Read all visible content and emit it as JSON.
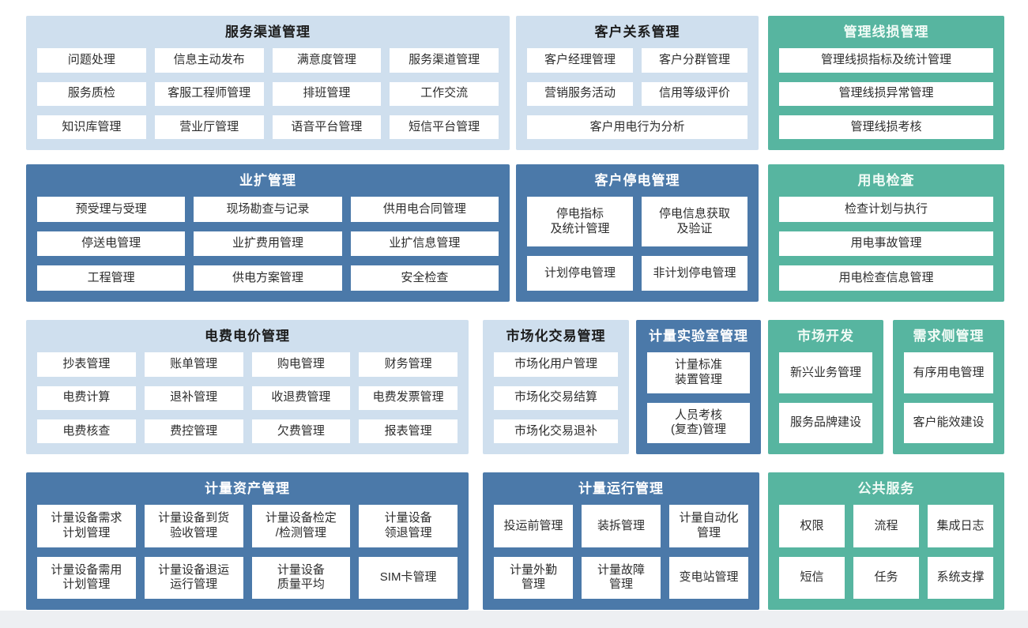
{
  "palette": {
    "light_blue_block": "#cfdfee",
    "dark_blue_block": "#4b79a9",
    "teal_block": "#57b5a0",
    "item_background": "#ffffff",
    "item_text": "#2d2d2d",
    "footer_strip": "#edeff2"
  },
  "blocks": [
    {
      "id": "service-channel-mgmt",
      "title": "服务渠道管理",
      "theme": "light",
      "columns": 4,
      "items": [
        {
          "label": "问题处理"
        },
        {
          "label": "信息主动发布"
        },
        {
          "label": "满意度管理"
        },
        {
          "label": "服务渠道管理"
        },
        {
          "label": "服务质检"
        },
        {
          "label": "客服工程师管理"
        },
        {
          "label": "排班管理"
        },
        {
          "label": "工作交流"
        },
        {
          "label": "知识库管理"
        },
        {
          "label": "营业厅管理"
        },
        {
          "label": "语音平台管理"
        },
        {
          "label": "短信平台管理"
        }
      ]
    },
    {
      "id": "customer-relation-mgmt",
      "title": "客户关系管理",
      "theme": "light",
      "columns": 2,
      "items": [
        {
          "label": "客户经理管理"
        },
        {
          "label": "客户分群管理"
        },
        {
          "label": "营销服务活动"
        },
        {
          "label": "信用等级评价"
        },
        {
          "label": "客户用电行为分析",
          "colspan": 2
        }
      ]
    },
    {
      "id": "line-loss-mgmt",
      "title": "管理线损管理",
      "theme": "teal",
      "columns": 1,
      "items": [
        {
          "label": "管理线损指标及统计管理"
        },
        {
          "label": "管理线损异常管理"
        },
        {
          "label": "管理线损考核"
        }
      ]
    },
    {
      "id": "business-expansion-mgmt",
      "title": "业扩管理",
      "theme": "dark",
      "columns": 3,
      "items": [
        {
          "label": "预受理与受理"
        },
        {
          "label": "现场勘查与记录"
        },
        {
          "label": "供用电合同管理"
        },
        {
          "label": "停送电管理"
        },
        {
          "label": "业扩费用管理"
        },
        {
          "label": "业扩信息管理"
        },
        {
          "label": "工程管理"
        },
        {
          "label": "供电方案管理"
        },
        {
          "label": "安全检查"
        }
      ]
    },
    {
      "id": "customer-outage-mgmt",
      "title": "客户停电管理",
      "theme": "dark",
      "columns": 2,
      "items": [
        {
          "label": "停电指标\n及统计管理"
        },
        {
          "label": "停电信息获取\n及验证"
        },
        {
          "label": "计划停电管理"
        },
        {
          "label": "非计划停电管理"
        }
      ]
    },
    {
      "id": "power-usage-inspection",
      "title": "用电检查",
      "theme": "teal",
      "columns": 1,
      "items": [
        {
          "label": "检查计划与执行"
        },
        {
          "label": "用电事故管理"
        },
        {
          "label": "用电检查信息管理"
        }
      ]
    },
    {
      "id": "electricity-fee-price-mgmt",
      "title": "电费电价管理",
      "theme": "light",
      "columns": 4,
      "items": [
        {
          "label": "抄表管理"
        },
        {
          "label": "账单管理"
        },
        {
          "label": "购电管理"
        },
        {
          "label": "财务管理"
        },
        {
          "label": "电费计算"
        },
        {
          "label": "退补管理"
        },
        {
          "label": "收退费管理"
        },
        {
          "label": "电费发票管理"
        },
        {
          "label": "电费核查"
        },
        {
          "label": "费控管理"
        },
        {
          "label": "欠费管理"
        },
        {
          "label": "报表管理"
        }
      ]
    },
    {
      "id": "market-trade-mgmt",
      "title": "市场化交易管理",
      "theme": "light",
      "columns": 1,
      "items": [
        {
          "label": "市场化用户管理"
        },
        {
          "label": "市场化交易结算"
        },
        {
          "label": "市场化交易退补"
        }
      ]
    },
    {
      "id": "metering-lab-mgmt",
      "title": "计量实验室管理",
      "theme": "dark",
      "columns": 1,
      "items": [
        {
          "label": "计量标准\n装置管理"
        },
        {
          "label": "人员考核\n(复查)管理"
        }
      ]
    },
    {
      "id": "market-development",
      "title": "市场开发",
      "theme": "teal",
      "columns": 1,
      "items": [
        {
          "label": "新兴业务管理"
        },
        {
          "label": "服务品牌建设"
        }
      ]
    },
    {
      "id": "demand-side-mgmt",
      "title": "需求侧管理",
      "theme": "teal",
      "columns": 1,
      "items": [
        {
          "label": "有序用电管理"
        },
        {
          "label": "客户能效建设"
        }
      ]
    },
    {
      "id": "metering-asset-mgmt",
      "title": "计量资产管理",
      "theme": "dark",
      "columns": 4,
      "items": [
        {
          "label": "计量设备需求\n计划管理"
        },
        {
          "label": "计量设备到货\n验收管理"
        },
        {
          "label": "计量设备检定\n/检测管理"
        },
        {
          "label": "计量设备\n领退管理"
        },
        {
          "label": "计量设备需用\n计划管理"
        },
        {
          "label": "计量设备退运\n运行管理"
        },
        {
          "label": "计量设备\n质量平均"
        },
        {
          "label": "SIM卡管理"
        }
      ]
    },
    {
      "id": "metering-operation-mgmt",
      "title": "计量运行管理",
      "theme": "dark",
      "columns": 3,
      "items": [
        {
          "label": "投运前管理"
        },
        {
          "label": "装拆管理"
        },
        {
          "label": "计量自动化\n管理"
        },
        {
          "label": "计量外勤\n管理"
        },
        {
          "label": "计量故障\n管理"
        },
        {
          "label": "变电站管理"
        }
      ]
    },
    {
      "id": "public-services",
      "title": "公共服务",
      "theme": "teal",
      "columns": 3,
      "items": [
        {
          "label": "权限"
        },
        {
          "label": "流程"
        },
        {
          "label": "集成日志"
        },
        {
          "label": "短信"
        },
        {
          "label": "任务"
        },
        {
          "label": "系统支撑"
        }
      ]
    }
  ]
}
